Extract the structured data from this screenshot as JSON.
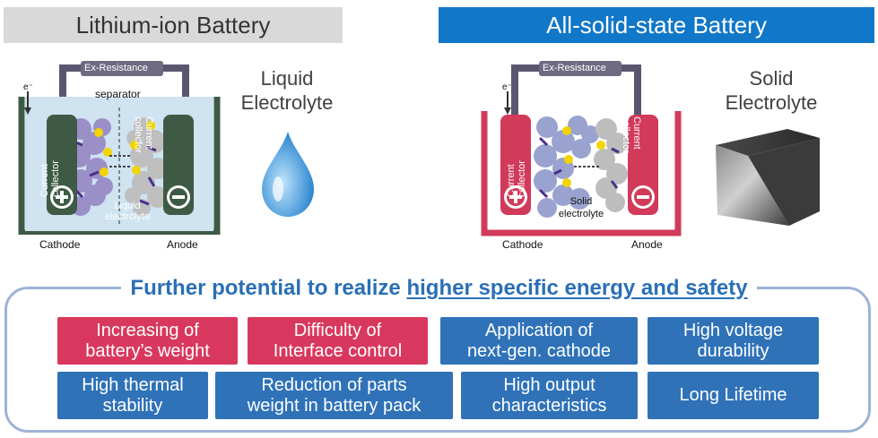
{
  "headers": {
    "left": "Lithium-ion Battery",
    "right": "All-solid-state Battery"
  },
  "electrolytes": {
    "liquid": "Liquid\nElectrolyte",
    "solid": "Solid\nElectrolyte"
  },
  "left_cell": {
    "ex_resistance": "Ex-Resistance",
    "electron": "e⁻",
    "separator": "separator",
    "collector_left": "Current collector",
    "collector_right": "Current collector",
    "electrolyte": "Liquid electrolyte",
    "cathode": "Cathode",
    "anode": "Anode"
  },
  "right_cell": {
    "ex_resistance": "Ex-Resistance",
    "electron": "e⁻",
    "collector_left": "Current collector",
    "collector_right": "Current collector",
    "electrolyte": "Solid electrolyte",
    "cathode": "Cathode",
    "anode": "Anode"
  },
  "potential": {
    "title_prefix": "Further potential to realize ",
    "title_highlight": "higher specific energy and safety"
  },
  "boxes": [
    {
      "label": "Increasing of\nbattery’s weight",
      "color": "red"
    },
    {
      "label": "Difficulty of\nInterface control",
      "color": "red"
    },
    {
      "label": "Application of\nnext-gen. cathode",
      "color": "blue"
    },
    {
      "label": "High voltage\ndurability",
      "color": "blue"
    },
    {
      "label": "High thermal\nstability",
      "color": "blue"
    },
    {
      "label": "Reduction of parts\nweight in battery pack",
      "color": "blue"
    },
    {
      "label": "High output\ncharacteristics",
      "color": "blue"
    },
    {
      "label": "Long Lifetime",
      "color": "blue"
    }
  ],
  "colors": {
    "header_gray": "#d9d9d9",
    "header_blue": "#1177c8",
    "red_box": "#d9385e",
    "blue_box": "#2f72b8",
    "lib_case": "#3e5a45",
    "assb_case": "#d23a5a",
    "title_blue": "#2a6fb5"
  }
}
